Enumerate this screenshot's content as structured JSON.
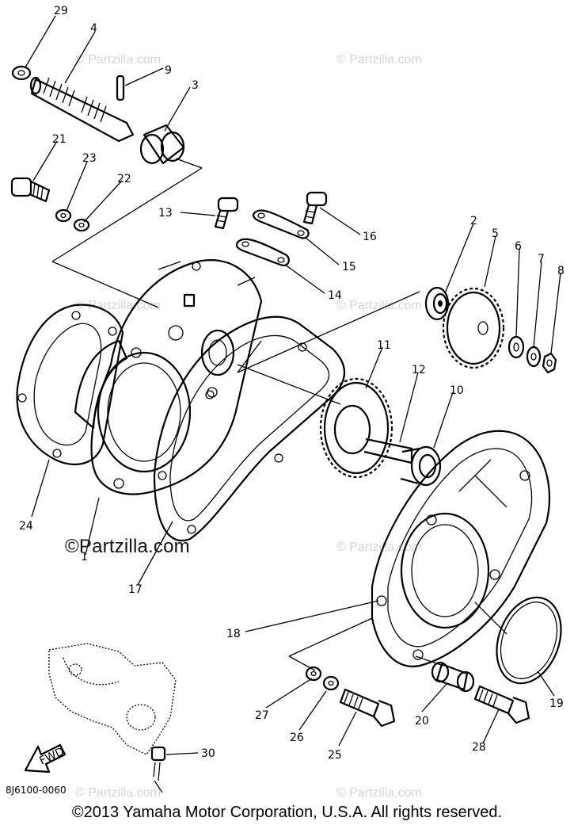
{
  "callouts": [
    "29",
    "4",
    "9",
    "3",
    "21",
    "23",
    "22",
    "13",
    "16",
    "15",
    "14",
    "2",
    "5",
    "6",
    "7",
    "8",
    "11",
    "12",
    "10",
    "24",
    "1",
    "17",
    "18",
    "19",
    "27",
    "26",
    "25",
    "20",
    "28",
    "30"
  ],
  "watermark": "© Partzilla.com",
  "main_watermark": "©Partzilla.com",
  "fwd_label": "FWD",
  "diagram_code": "8J6100-0060",
  "copyright": "©2013 Yamaha Motor Corporation, U.S.A. All rights reserved."
}
